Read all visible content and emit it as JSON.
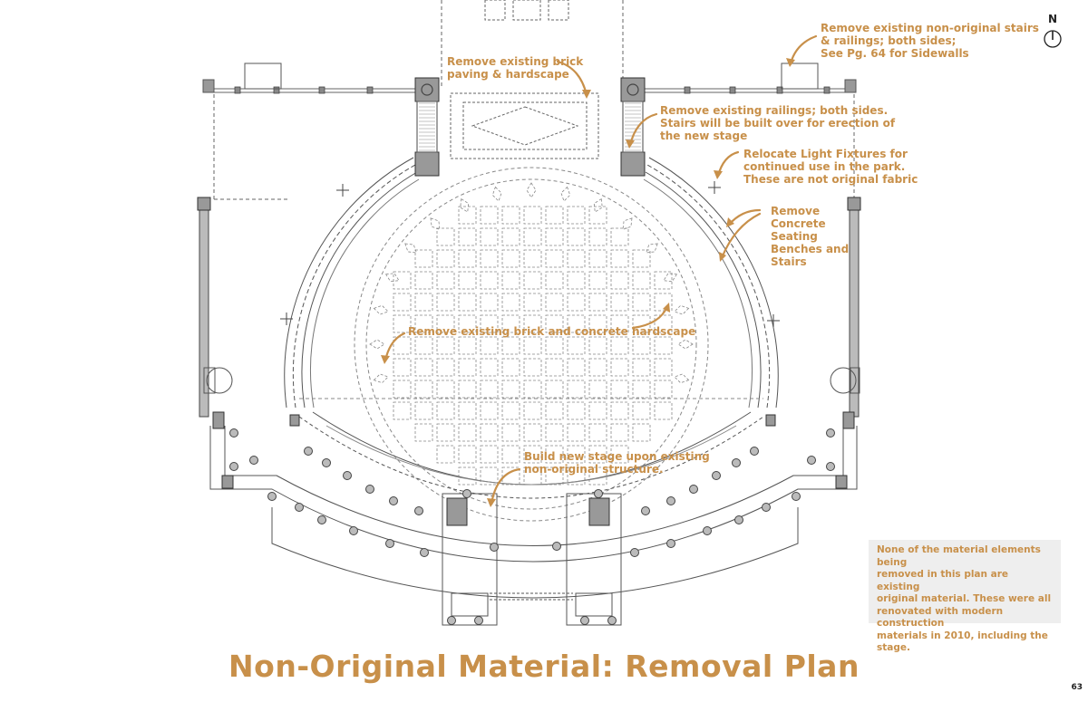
{
  "title": "Non-Original Material: Removal Plan",
  "page_number": "63",
  "north_label": "N",
  "notes": {
    "brick_paving": "Remove existing brick\npaving & hardscape",
    "stairs_railings": "Remove existing non-original stairs\n& railings; both sides;\nSee Pg. 64 for Sidewalls",
    "railings": "Remove existing railings; both sides.\nStairs will be built over for erection of\nthe new stage",
    "light_fixtures": "Relocate Light Fixtures for\ncontinued use in the park.\nThese are not original fabric",
    "benches": "Remove\nConcrete\nSeating\nBenches and\nStairs",
    "hardscape": "Remove existing brick and concrete hardscape",
    "stage": "Build new stage upon existing\nnon-original structure."
  },
  "info_box": "None of the material elements being\nremoved in this plan are existing\noriginal material.  These were all\nrenovated with modern construction\nmaterials in 2010, including the\nstage.",
  "colors": {
    "accent": "#c8904a",
    "line": "#555555",
    "fill": "#9a9a9a",
    "info_bg": "#eeeeee"
  }
}
